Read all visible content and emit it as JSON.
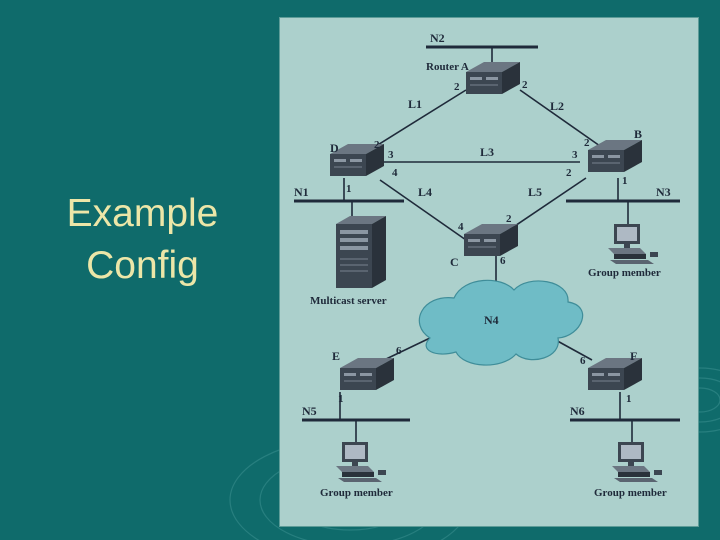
{
  "slide": {
    "title_line1": "Example",
    "title_line2": "Config"
  },
  "diagram": {
    "networks": {
      "n1": "N1",
      "n2": "N2",
      "n3": "N3",
      "n4": "N4",
      "n5": "N5",
      "n6": "N6"
    },
    "routers": {
      "a": "Router A",
      "b": "B",
      "c": "C",
      "d": "D",
      "e": "E",
      "f": "F"
    },
    "links": {
      "l1": "L1",
      "l2": "L2",
      "l3": "L3",
      "l4": "L4",
      "l5": "L5"
    },
    "ports": {
      "a_left": "2",
      "a_right": "2",
      "d_top": "2",
      "d_right": "3",
      "d_lower": "4",
      "d_bottom": "1",
      "b_left_top": "2",
      "b_left": "3",
      "b_lower": "2",
      "b_bottom": "1",
      "c_top": "2",
      "c_left": "4",
      "c_bottom": "6",
      "e_right": "6",
      "e_bottom": "1",
      "f_left": "6",
      "f_bottom": "1"
    },
    "hosts": {
      "server": "Multicast server",
      "member_n3": "Group member",
      "member_n5": "Group member",
      "member_n6": "Group member"
    }
  },
  "colors": {
    "background": "#0f6b6b",
    "title": "#ece6a8",
    "panel": "#acd0cc",
    "cloud": "#6fbcc6",
    "device": "#3c4651"
  }
}
